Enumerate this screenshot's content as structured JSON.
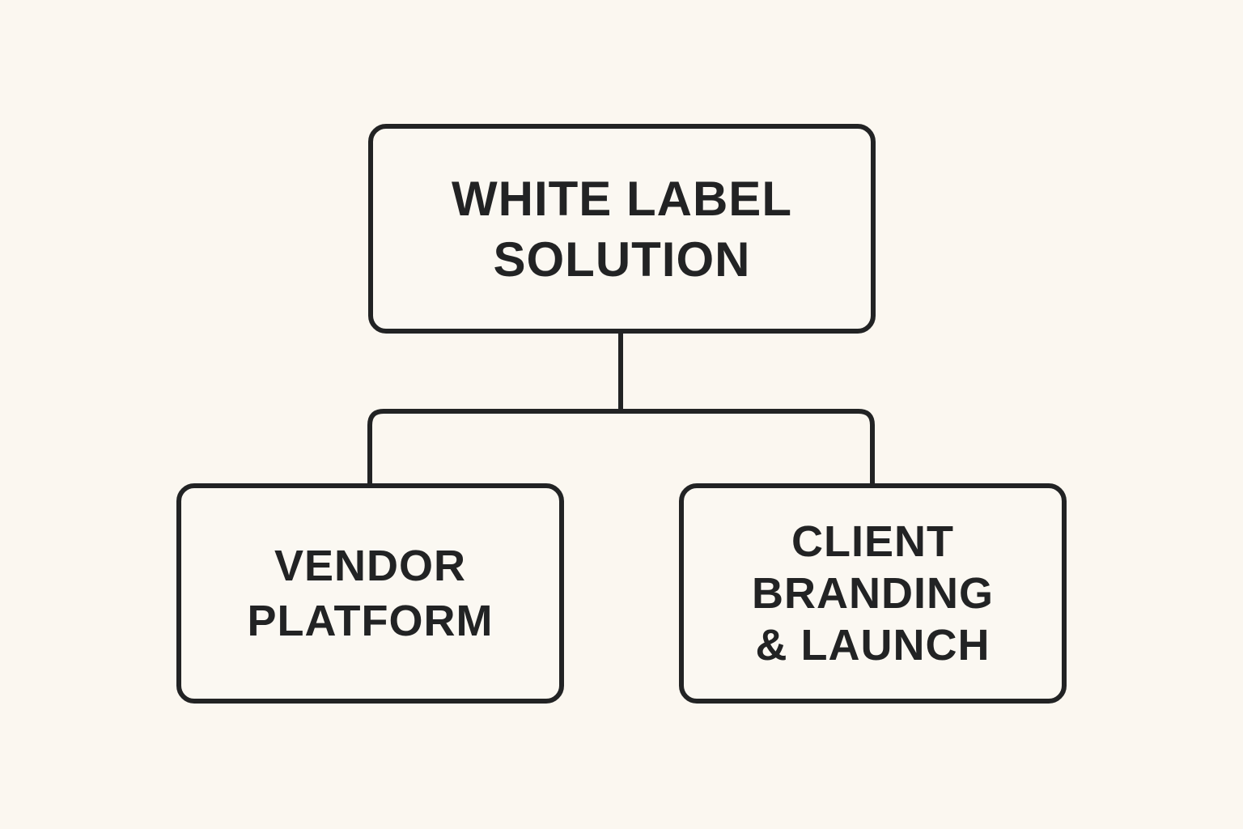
{
  "diagram": {
    "root": {
      "label": "WHITE LABEL\nSOLUTION"
    },
    "children": [
      {
        "label": "VENDOR\nPLATFORM"
      },
      {
        "label": "CLIENT\nBRANDING\n& LAUNCH"
      }
    ],
    "colors": {
      "background": "#fbf7f0",
      "stroke": "#222324",
      "text": "#222324"
    }
  }
}
